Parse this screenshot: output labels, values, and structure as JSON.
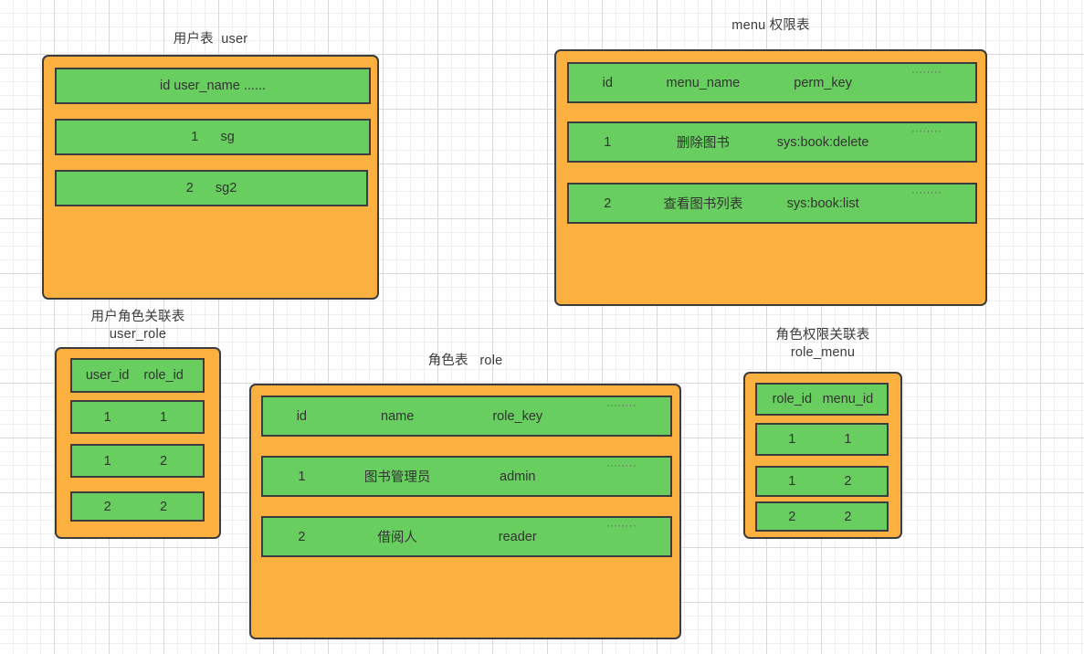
{
  "diagram": {
    "title_style": "rbac-table-relationship-diagram",
    "colors": {
      "table_fill": "#fbb040",
      "row_fill": "#68ce5f",
      "border": "#3c3c3c",
      "grid_minor": "#efefef",
      "grid_major": "#d9d9d9",
      "text": "#333333"
    },
    "ellipsis": "·······"
  },
  "tables": {
    "user": {
      "caption": "用户表  user",
      "rows": [
        {
          "text": "id user_name ......"
        },
        {
          "text": "1      sg"
        },
        {
          "text": "2      sg2"
        }
      ]
    },
    "menu": {
      "caption": "menu 权限表",
      "header": {
        "c1": "id",
        "c2": "menu_name",
        "c3": "perm_key",
        "c4": "········"
      },
      "rows": [
        {
          "c1": "1",
          "c2": "删除图书",
          "c3": "sys:book:delete",
          "c4": "········"
        },
        {
          "c1": "2",
          "c2": "查看图书列表",
          "c3": "sys:book:list",
          "c4": "········"
        }
      ]
    },
    "user_role": {
      "caption_line1": "用户角色关联表",
      "caption_line2": "user_role",
      "header": {
        "c1": "user_id",
        "c2": "role_id"
      },
      "rows": [
        {
          "c1": "1",
          "c2": "1"
        },
        {
          "c1": "1",
          "c2": "2"
        },
        {
          "c1": "2",
          "c2": "2"
        }
      ]
    },
    "role": {
      "caption": "角色表   role",
      "header": {
        "c1": "id",
        "c2": "name",
        "c3": "role_key",
        "c4": "········"
      },
      "rows": [
        {
          "c1": "1",
          "c2": "图书管理员",
          "c3": "admin",
          "c4": "········"
        },
        {
          "c1": "2",
          "c2": "借阅人",
          "c3": "reader",
          "c4": "········"
        }
      ]
    },
    "role_menu": {
      "caption_line1": "角色权限关联表",
      "caption_line2": "role_menu",
      "header": {
        "c1": "role_id",
        "c2": "menu_id"
      },
      "rows": [
        {
          "c1": "1",
          "c2": "1"
        },
        {
          "c1": "1",
          "c2": "2"
        },
        {
          "c1": "2",
          "c2": "2"
        }
      ]
    }
  }
}
